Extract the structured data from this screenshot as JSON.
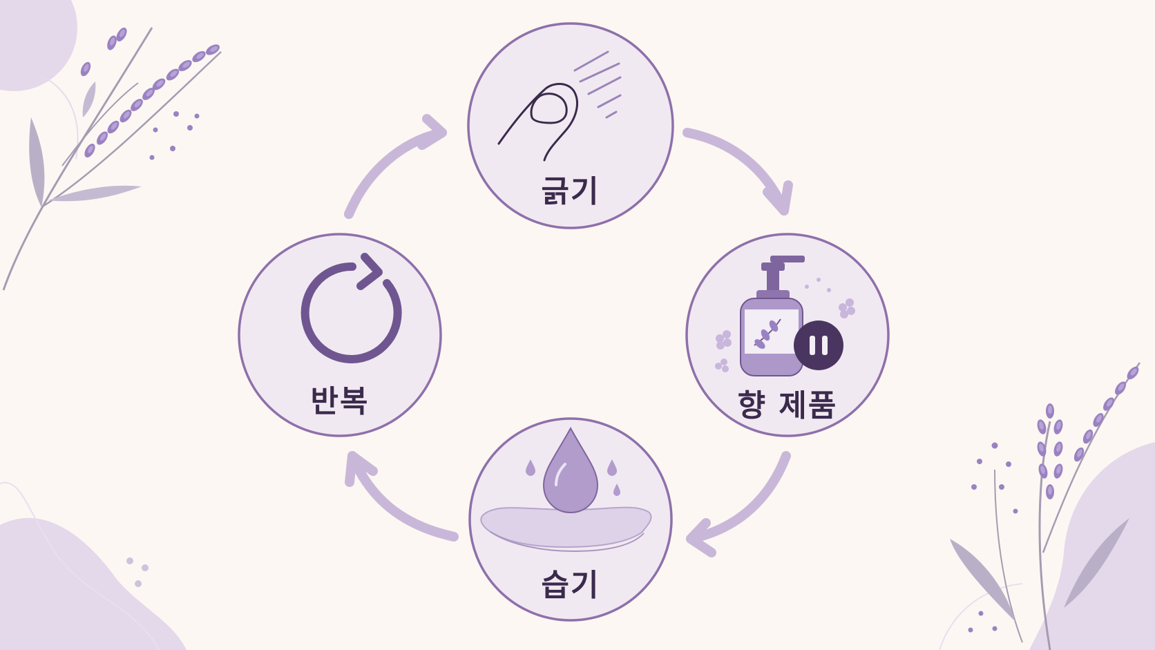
{
  "steps": [
    {
      "label": "긁기",
      "icon": "scratching-finger-icon"
    },
    {
      "label": "향 제품",
      "icon": "fragrance-bottle-icon"
    },
    {
      "label": "습기",
      "icon": "moisture-drop-icon"
    },
    {
      "label": "반복",
      "icon": "repeat-cycle-icon"
    }
  ],
  "colors": {
    "background": "#fcf7f2",
    "circle_fill": "#f1e9f1",
    "circle_stroke": "#8e70ab",
    "arrow": "#c9b7d9",
    "icon_dark": "#6f5690",
    "text": "#3a2a4c"
  }
}
